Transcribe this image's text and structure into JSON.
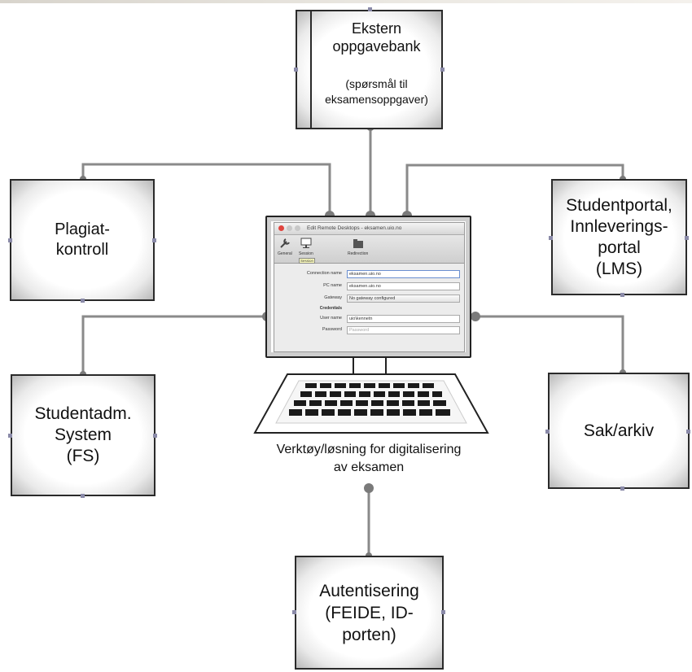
{
  "nodes": {
    "bank": {
      "title": "Ekstern\noppgavebank",
      "subtitle": "(spørsmål til\neksamensoppgaver)"
    },
    "plag": {
      "label": "Plagiat-\nkontroll"
    },
    "stud": {
      "label": "Studentportal,\nInnleverings-\nportal\n(LMS)"
    },
    "fs": {
      "label": "Studentadm.\nSystem\n(FS)"
    },
    "sak": {
      "label": "Sak/arkiv"
    },
    "auth": {
      "label": "Autentisering\n(FEIDE, ID-\nporten)"
    }
  },
  "center_caption": "Verktøy/løsning for digitalisering\nav eksamen",
  "window": {
    "title": "Edit Remote Desktops - eksamen.uio.no",
    "toolbar": [
      "General",
      "Session",
      "Redirection"
    ],
    "tooltip": "Session",
    "section_header": "Credentials",
    "fields": [
      {
        "label": "Connection name",
        "value": "eksamen.uio.no"
      },
      {
        "label": "PC name",
        "value": "eksamen.uio.no"
      },
      {
        "label": "Gateway",
        "value": "No gateway configured"
      },
      {
        "label": "User name",
        "value": "uio\\kennetn"
      },
      {
        "label": "Password",
        "value": "Password"
      }
    ]
  },
  "colors": {
    "line": "#8a8a8a",
    "connector_dot": "#7a7a7a",
    "border": "#2a2a2a"
  }
}
